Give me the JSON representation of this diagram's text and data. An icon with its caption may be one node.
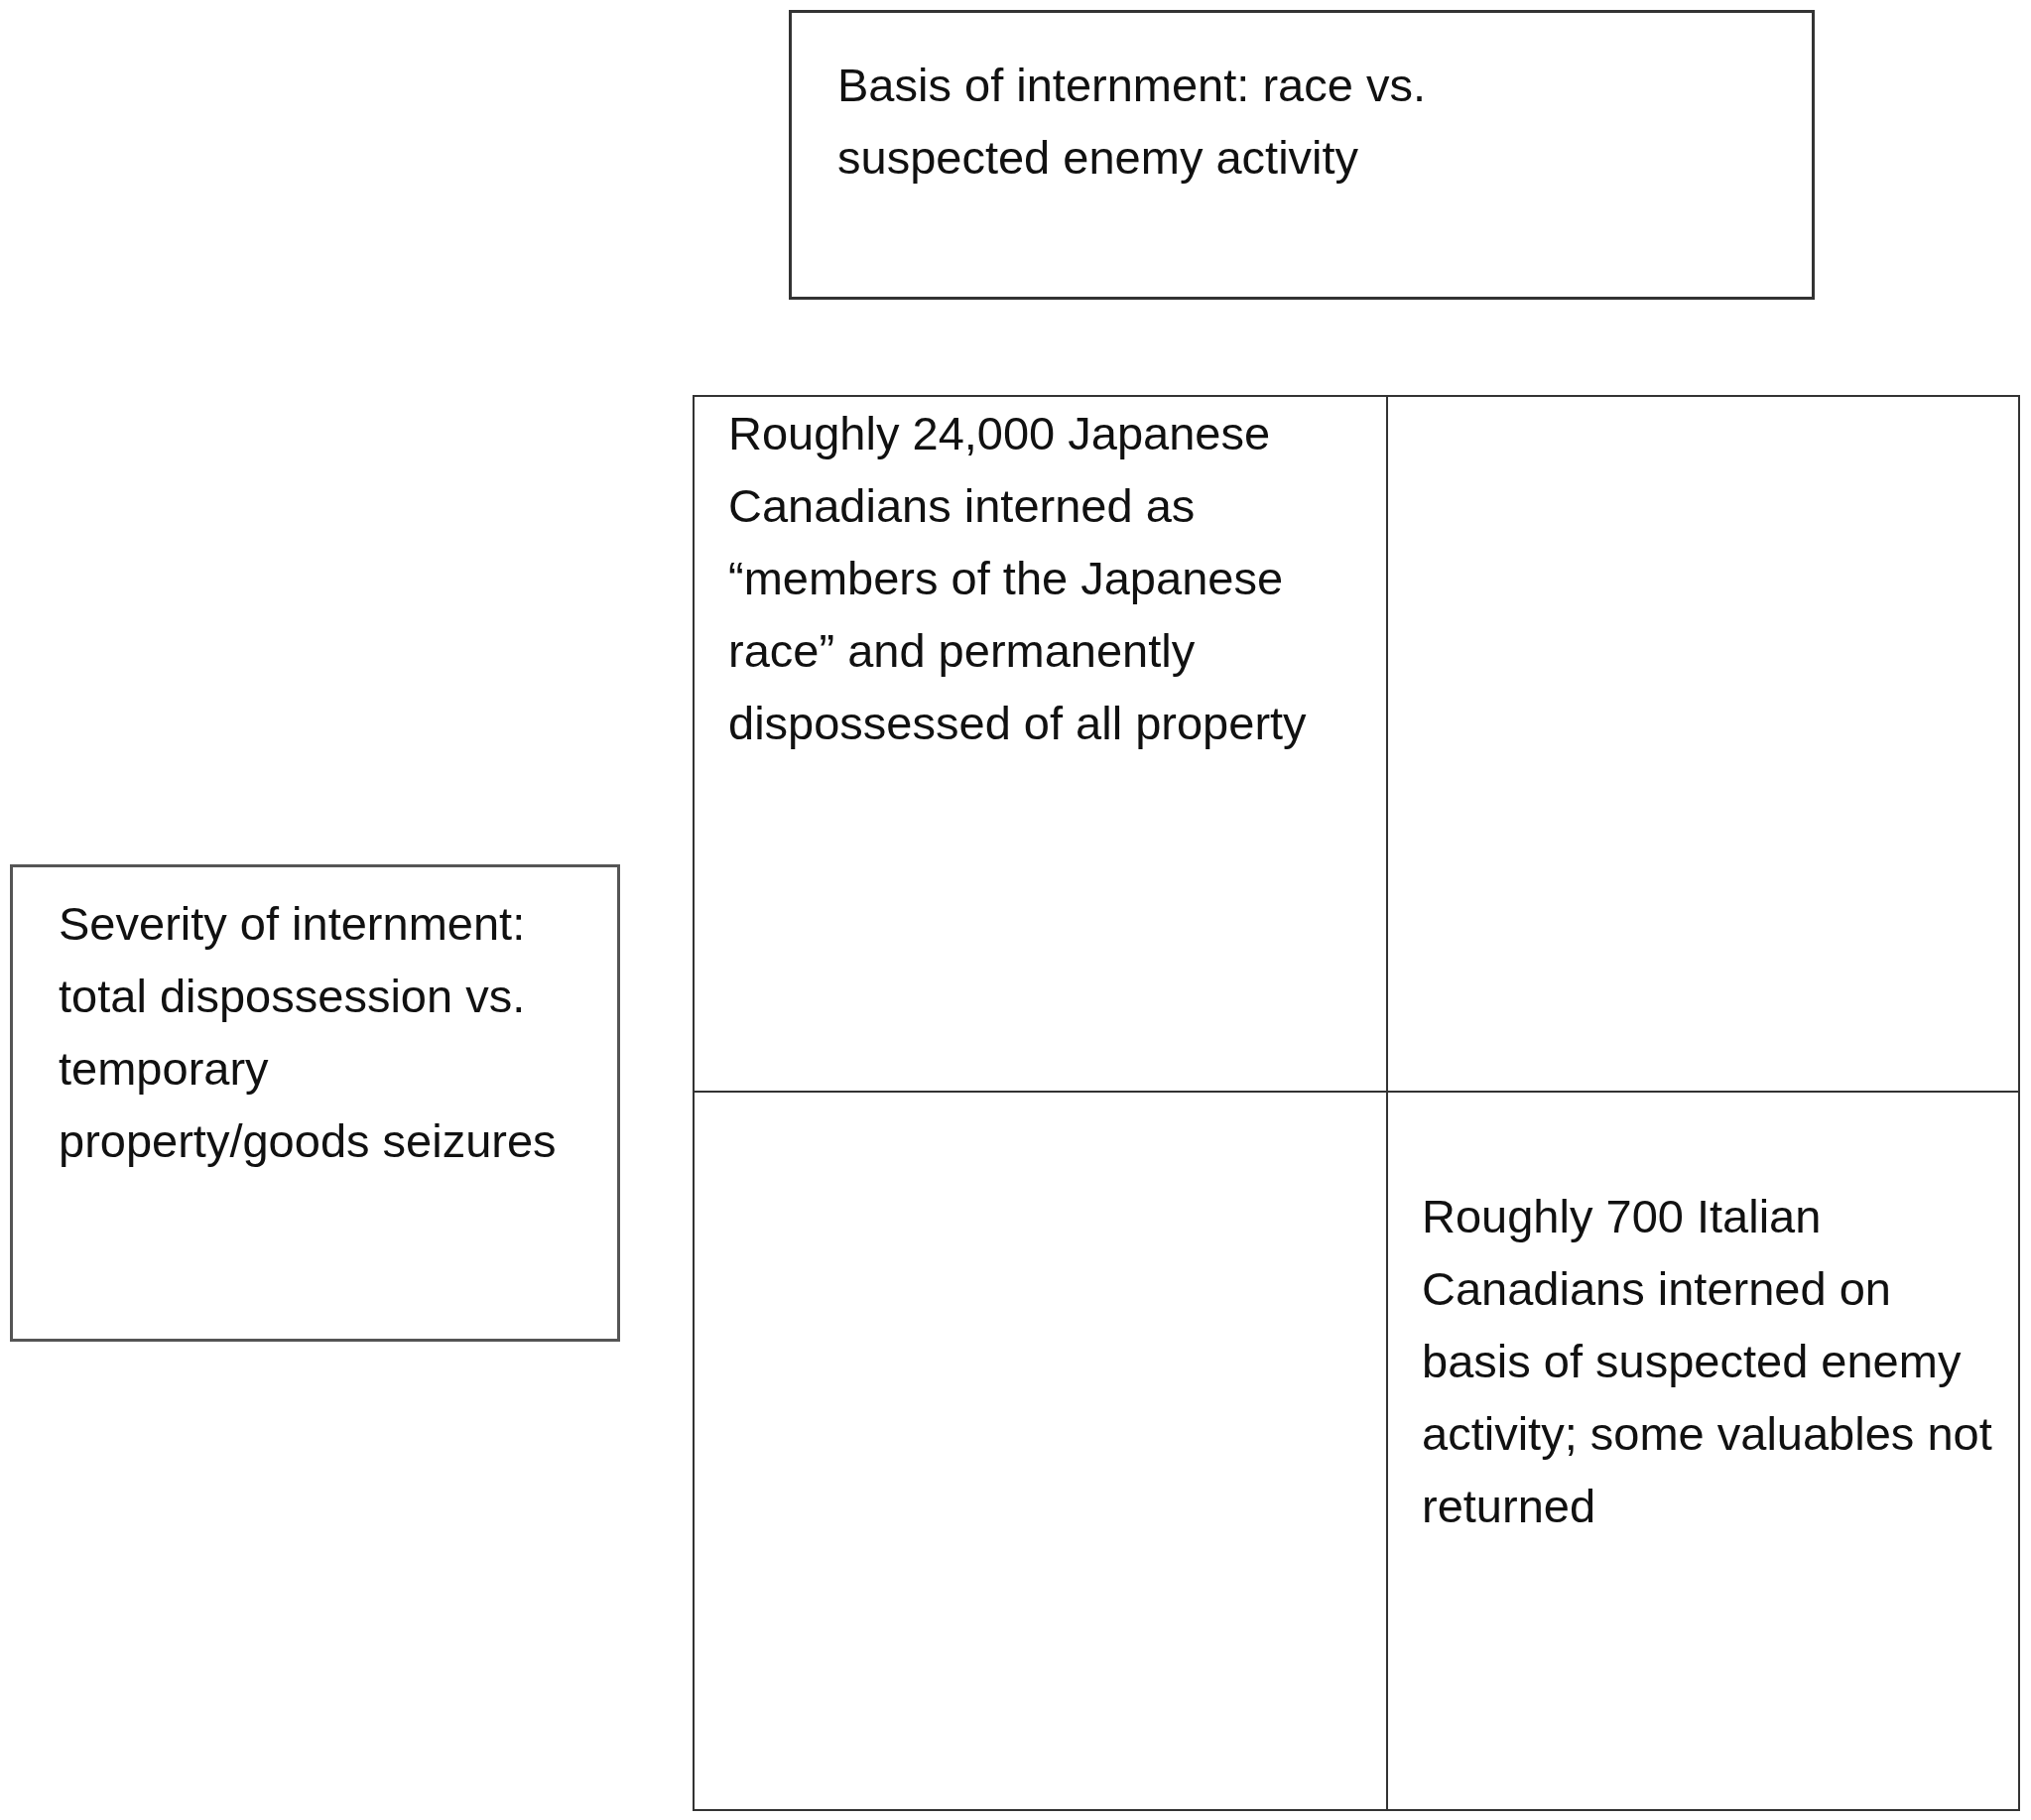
{
  "diagram": {
    "nodes": [
      {
        "text": [
          "Basis of internment: race vs. suspected enemy activity"
        ]
      },
      {
        "text": [
          "Roughly 24,000 Japanese Canadians interned as “members of the Japanese race” and permanently dispossessed of all property"
        ]
      },
      {
        "text": [],
        "shape": "box"
      },
      {
        "text": [
          "Severity of internment:  total dispossession vs. temporary property/goods seizures"
        ]
      },
      {
        "text": [],
        "shape": "box"
      },
      {
        "text": [
          "Roughly 700 Italian Canadians interned on basis of suspected enemy activity; some valuables not returned"
        ]
      }
    ]
  }
}
